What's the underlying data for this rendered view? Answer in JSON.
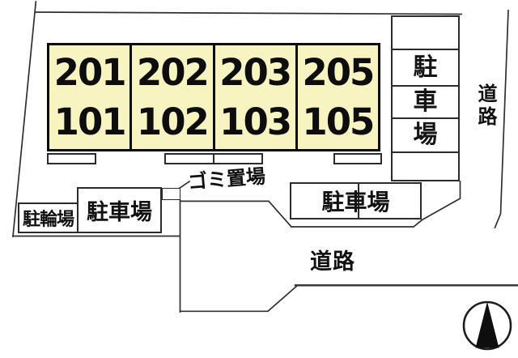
{
  "plan": {
    "building": {
      "units": [
        {
          "upper": "201",
          "lower": "101"
        },
        {
          "upper": "202",
          "lower": "102"
        },
        {
          "upper": "203",
          "lower": "103"
        },
        {
          "upper": "205",
          "lower": "105"
        }
      ]
    },
    "right_parking_chars": [
      "駐",
      "車",
      "場"
    ],
    "labels": {
      "bike_parking": "駐輪場",
      "parking_left": "駐車場",
      "garbage": "ゴミ置場",
      "parking_bottom": "駐車場",
      "road_bottom": "道路",
      "road_right": "道路"
    },
    "icons": {
      "compass": "north-arrow-compass-icon"
    },
    "colors": {
      "unit_fill": "#f7f4c1",
      "line": "#2f2f2f",
      "ink": "#111111",
      "background": "#ffffff"
    }
  }
}
